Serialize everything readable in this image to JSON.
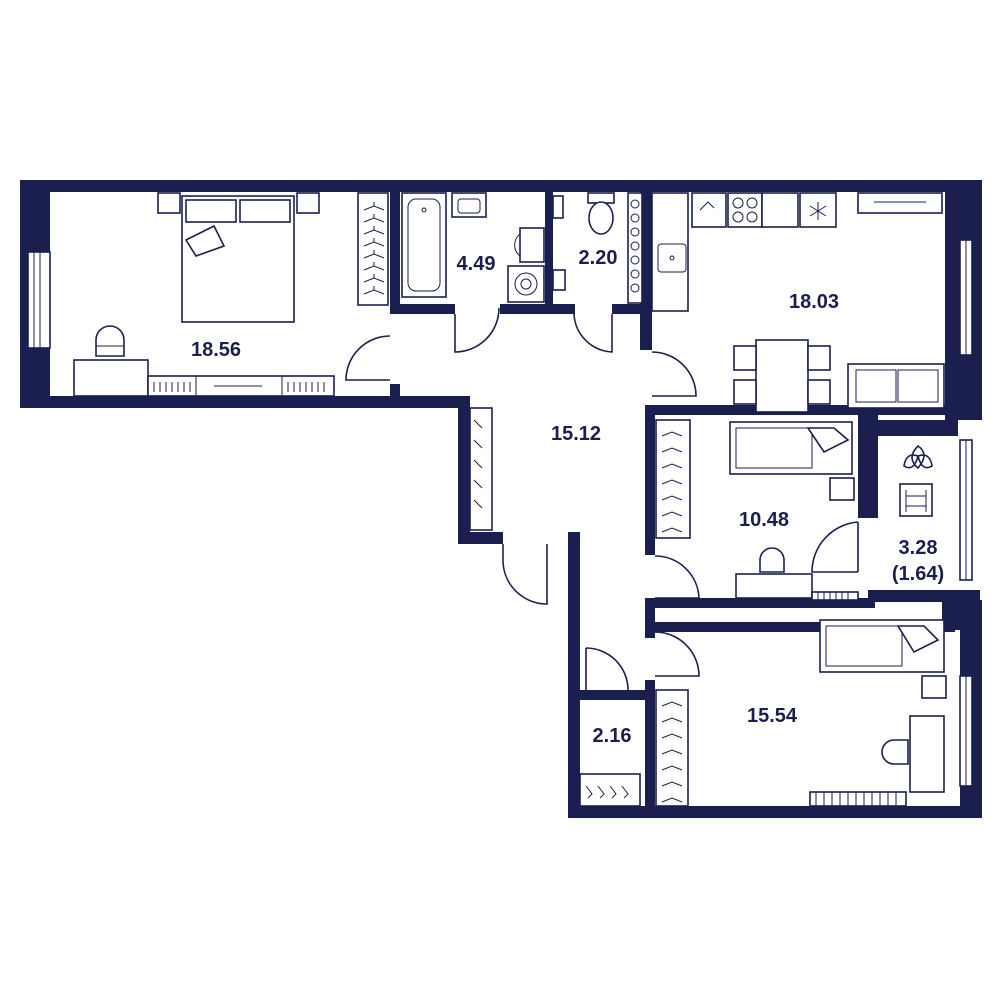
{
  "colors": {
    "wall": "#1b1f4f",
    "background": "#ffffff"
  },
  "rooms": [
    {
      "id": "bedroom-large",
      "label": "18.56"
    },
    {
      "id": "bathroom",
      "label": "4.49"
    },
    {
      "id": "toilet",
      "label": "2.20"
    },
    {
      "id": "kitchen-living",
      "label": "18.03"
    },
    {
      "id": "hallway",
      "label": "15.12"
    },
    {
      "id": "bedroom-medium",
      "label": "10.48"
    },
    {
      "id": "balcony-area",
      "label": "3.28"
    },
    {
      "id": "balcony-area-reduced",
      "label": "(1.64)"
    },
    {
      "id": "storage",
      "label": "2.16"
    },
    {
      "id": "bedroom-small",
      "label": "15.54"
    }
  ],
  "icons": [
    "bed-icon",
    "wardrobe-icon",
    "hanger-icon",
    "chair-icon",
    "desk-icon",
    "bathtub-icon",
    "sink-icon",
    "washing-machine-icon",
    "toilet-icon",
    "stove-icon",
    "fridge-icon",
    "dining-table-icon",
    "sofa-icon",
    "plant-icon",
    "lounge-chair-icon",
    "window-icon",
    "door-swing-icon"
  ]
}
